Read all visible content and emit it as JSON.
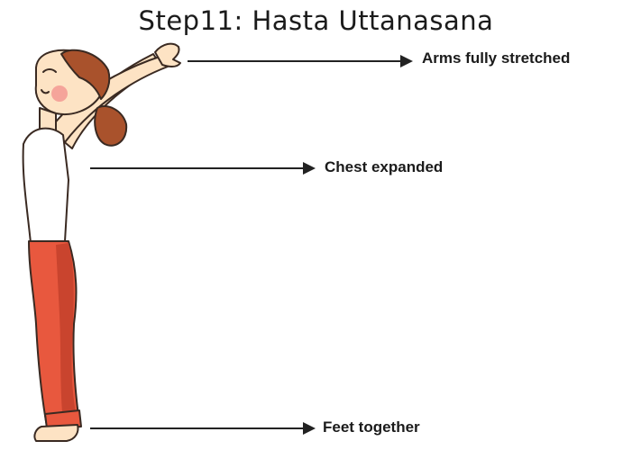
{
  "title": "Step11: Hasta Uttanasana",
  "labels": {
    "arms": "Arms fully stretched",
    "chest": "Chest expanded",
    "feet": "Feet together"
  },
  "colors": {
    "pants": "#e8583e",
    "pants_shadow": "#c9442e",
    "hair": "#a9522c",
    "skin": "#fde3c4",
    "top": "#ffffff",
    "cheek": "#f5a49a",
    "arrow": "#222222"
  }
}
